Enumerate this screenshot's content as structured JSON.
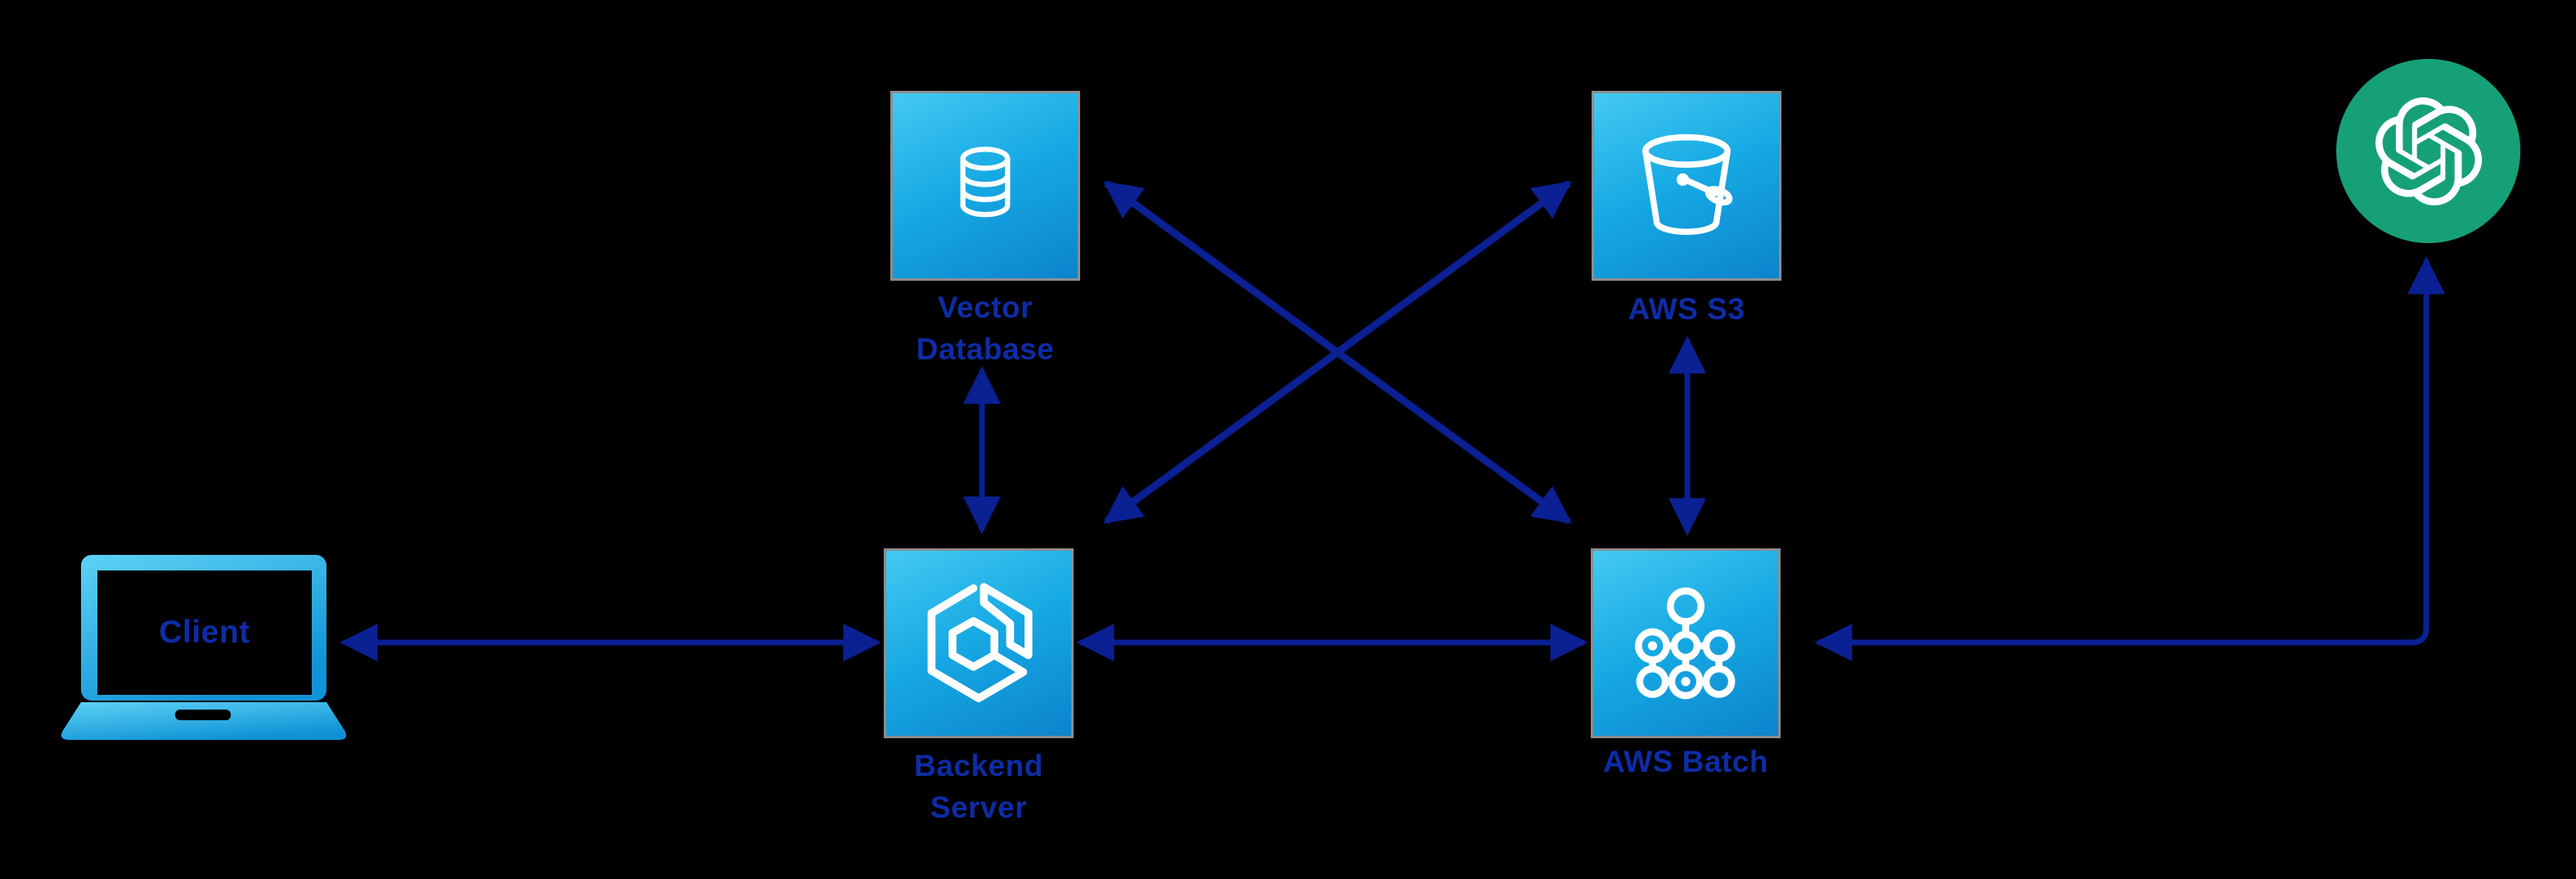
{
  "diagram": {
    "background_color": "#000000",
    "arrow_color": "#0a2093",
    "label_color": "#0e2ca6",
    "node_gradient_start": "#44c9f2",
    "node_gradient_end": "#0c83cd",
    "node_border_color": "#8d8d8d",
    "openai_green": "#16a078",
    "nodes": {
      "client": {
        "label": "Client",
        "icon": "laptop-icon"
      },
      "vector_database": {
        "label": "Vector Database",
        "icon": "database-cylinder-icon"
      },
      "aws_s3": {
        "label": "AWS S3",
        "icon": "s3-bucket-icon"
      },
      "backend_server": {
        "label": "Backend Server",
        "icon": "hexagon-container-icon"
      },
      "aws_batch": {
        "label": "AWS Batch",
        "icon": "node-network-icon"
      },
      "openai": {
        "label": "",
        "icon": "openai-logo-icon"
      }
    },
    "connections": [
      {
        "from": "Client",
        "to": "Backend Server",
        "bidirectional": true,
        "shape": "horizontal"
      },
      {
        "from": "Backend Server",
        "to": "AWS Batch",
        "bidirectional": true,
        "shape": "horizontal"
      },
      {
        "from": "Vector Database",
        "to": "Backend Server",
        "bidirectional": true,
        "shape": "vertical"
      },
      {
        "from": "AWS S3",
        "to": "AWS Batch",
        "bidirectional": true,
        "shape": "vertical"
      },
      {
        "from": "Vector Database",
        "to": "AWS Batch",
        "bidirectional": true,
        "shape": "diagonal"
      },
      {
        "from": "Backend Server",
        "to": "AWS S3",
        "bidirectional": true,
        "shape": "diagonal"
      },
      {
        "from": "AWS Batch",
        "to": "OpenAI",
        "bidirectional": true,
        "shape": "elbow"
      }
    ]
  }
}
